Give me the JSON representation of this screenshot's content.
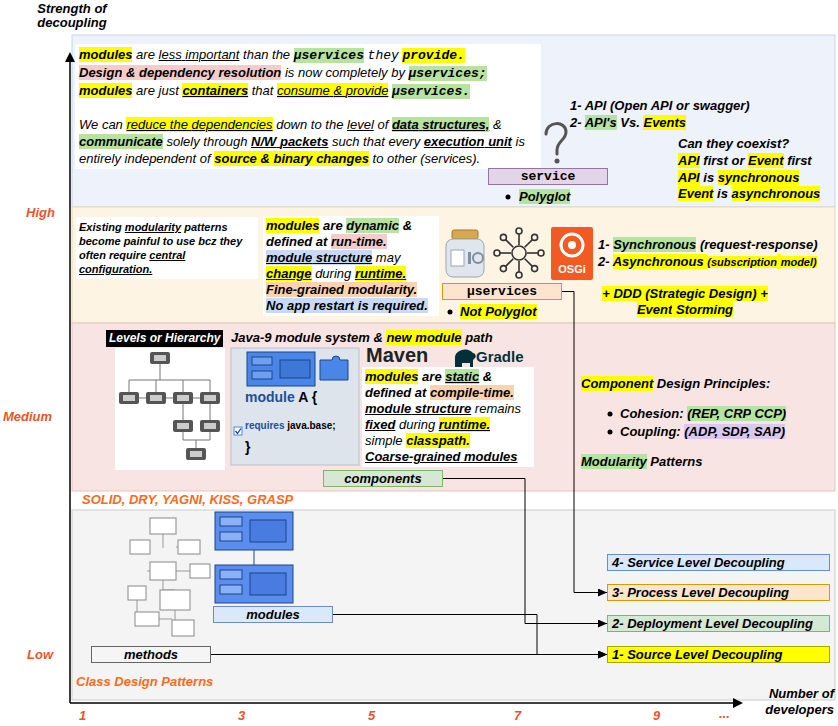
{
  "diagram": {
    "nodes": [
      {
        "text": [
          "modules are less important than the µservices they provide.",
          "Design & dependency resolution is now completely by µservices;",
          "modules are just containers that consume & provide µservices.",
          "We can reduce the dependencies down to the level of data structures, & communicate solely through N/W packets such that every execution unit is entirely independent of source & binary changes to other (services)."
        ]
      },
      {
        "text": [
          "service"
        ]
      },
      {
        "text": [
          "Existing modularity patterns become painful to use bcz they often require central configuration."
        ]
      },
      {
        "text": [
          "modules are dynamic & defined at run-time.",
          "module structure may change during runtime.",
          "Fine-grained modularity.",
          "No app restart is required."
        ]
      },
      {
        "text": [
          "µservices"
        ]
      },
      {
        "text": [
          "Levels or Hierarchy"
        ]
      },
      {
        "text": [
          "module A {",
          "requires java.base;",
          "}"
        ]
      },
      {
        "text": [
          "modules are static & defined at compile-time.",
          "module structure remains fixed during runtime.",
          "simple classpath.",
          "Coarse-grained modules"
        ]
      },
      {
        "text": [
          "components"
        ]
      },
      {
        "text": [
          "modules"
        ]
      },
      {
        "text": [
          "methods"
        ]
      },
      {
        "text": [
          "4- Service Level Decoupling"
        ]
      },
      {
        "text": [
          "3- Process Level Decoupling"
        ]
      },
      {
        "text": [
          "2- Deployment Level Decoupling"
        ]
      },
      {
        "text": [
          "1- Source Level Decoupling"
        ]
      }
    ],
    "edges": [
      {
        "from": 10,
        "to": 14,
        "arrow": "to"
      },
      {
        "from": 9,
        "to": 14,
        "arrow": "to"
      },
      {
        "from": 8,
        "to": 13,
        "arrow": "to"
      },
      {
        "from": 4,
        "to": 12,
        "arrow": "to"
      }
    ],
    "labels": [
      "Strength of decoupling",
      "1- API (Open API or swagger)",
      "2- API's Vs. Events",
      "Can they coexist?",
      "API first or Event first",
      "API is synchronous",
      "Event is asynchronous",
      "Polyglot",
      "High",
      "OSGi",
      "1- Synchronous (request-response)",
      "2- Asynchronous (subscription model)",
      "+ DDD (Strategic Design) + Event Storming",
      "Not Polyglot",
      "Medium",
      "Java-9 module system & new module path",
      "Maven",
      "Gradle",
      "Component Design Principles:",
      "Cohesion: (REP, CRP CCP)",
      "Coupling: (ADP, SDP, SAP)",
      "Modularity Patterns",
      "SOLID, DRY, YAGNI, KISS, GRASP",
      "Low",
      "Class Design Patterns",
      "1",
      "3",
      "5",
      "7",
      "9",
      "...",
      "Number of developers"
    ]
  }
}
